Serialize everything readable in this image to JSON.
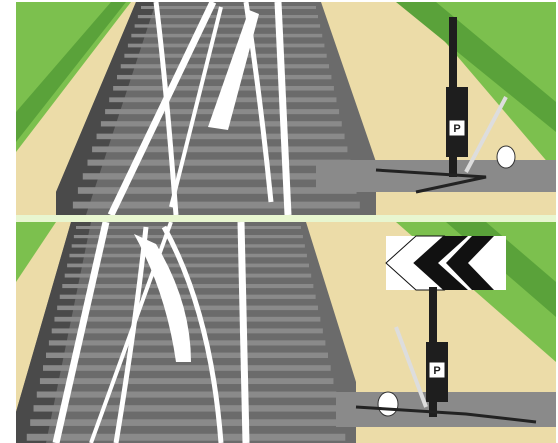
{
  "figure": {
    "panels": [
      {
        "id": "top",
        "signal_sign": "P",
        "track_route": "straight",
        "indicator_shown": false
      },
      {
        "id": "bottom",
        "signal_sign": "P",
        "track_route": "diverging",
        "indicator_shown": true
      }
    ],
    "route_indicator": {
      "symbol": "double-chevron-left"
    },
    "colors": {
      "grass": "#7cc04e",
      "grass_stripe": "#5aa23a",
      "sand": "#ecdca8",
      "ballast": "#6b6b6b",
      "ballast_shadow": "#4a4a4a",
      "sleeper": "#8a8a8a",
      "rail": "#ffffff",
      "signal": "#1e1e1e",
      "chevron_bg": "#ffffff",
      "chevron_black": "#111111"
    }
  }
}
